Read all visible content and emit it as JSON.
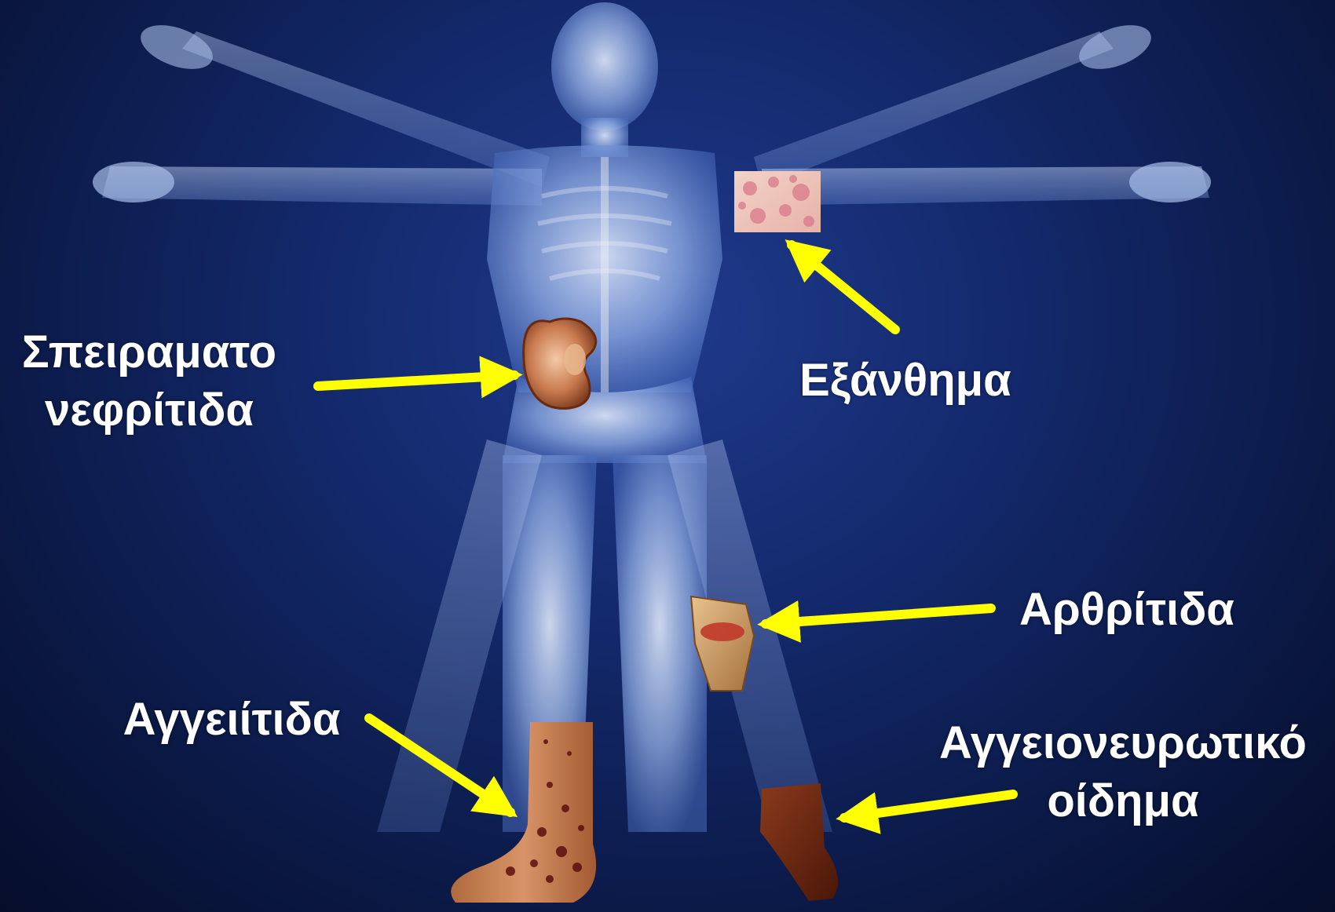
{
  "slide": {
    "colors": {
      "background": "#0b1a48",
      "arrow": "#ffff00",
      "label_text": "#ffffff",
      "body_glow": "#a9c4ff"
    },
    "labels": {
      "glomerulonephritis_line1": "Σπειραματο",
      "glomerulonephritis_line2": "νεφρίτιδα",
      "rash": "Εξάνθημα",
      "arthritis": "Αρθρίτιδα",
      "vasculitis": "Αγγειίτιδα",
      "angioedema_line1": "Αγγειονευρωτικό",
      "angioedema_line2": "οίδημα"
    },
    "images": {
      "body": "human-skeleton-xray-figure",
      "kidney": "kidney-cross-section",
      "rash": "skin-rash-patch",
      "knee": "inflamed-knee-joint",
      "vasculitis_leg": "purpuric-lower-leg",
      "swollen_foot": "swollen-foot"
    }
  }
}
